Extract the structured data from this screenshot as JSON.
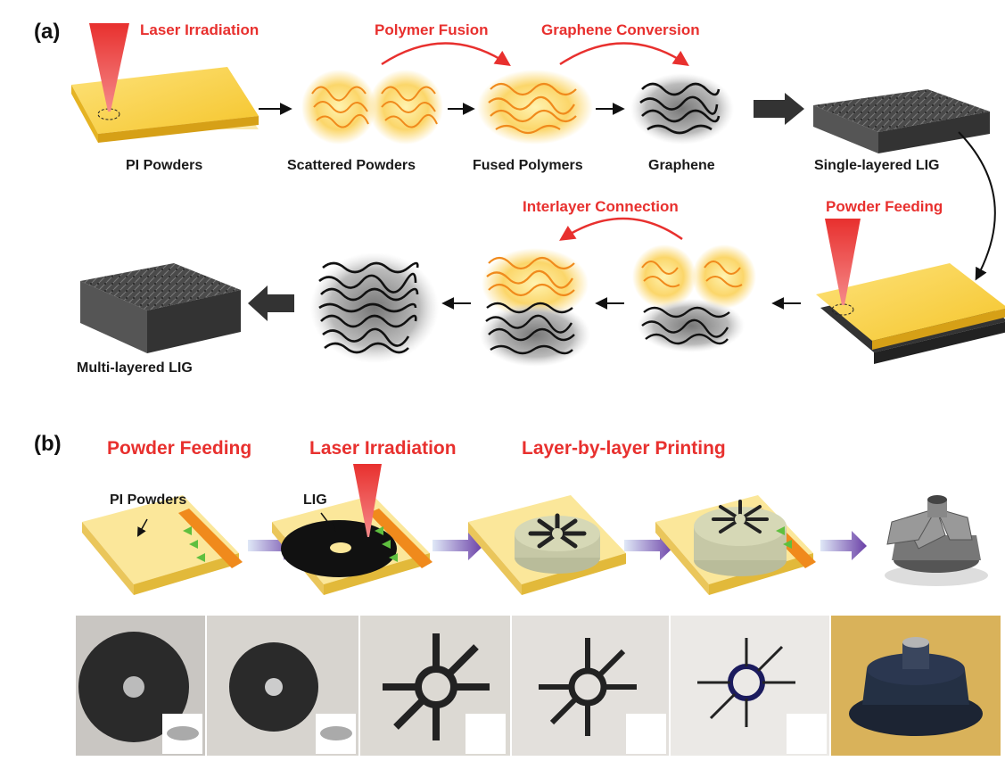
{
  "panel_a": {
    "label": "(a)",
    "steps": {
      "laser_irradiation": "Laser Irradiation",
      "polymer_fusion": "Polymer Fusion",
      "graphene_conversion": "Graphene Conversion",
      "interlayer_connection": "Interlayer Connection",
      "powder_feeding": "Powder Feeding"
    },
    "stages": {
      "pi_powders": "PI Powders",
      "scattered_powders": "Scattered Powders",
      "fused_polymers": "Fused Polymers",
      "graphene": "Graphene",
      "single_layered_lig": "Single-layered LIG",
      "multi_layered_lig": "Multi-layered LIG"
    }
  },
  "panel_b": {
    "label": "(b)",
    "steps": {
      "powder_feeding": "Powder Feeding",
      "laser_irradiation": "Laser Irradiation",
      "layer_printing": "Layer-by-layer Printing"
    },
    "callouts": {
      "pi_powders": "PI Powders",
      "lig": "LIG"
    }
  },
  "colors": {
    "step_red": "#e8302e",
    "powder_yellow": "#f7d94c",
    "polymer_orange": "#f08a1c",
    "graphene_black": "#111111",
    "arrow_purple": "#7a3fa8"
  }
}
